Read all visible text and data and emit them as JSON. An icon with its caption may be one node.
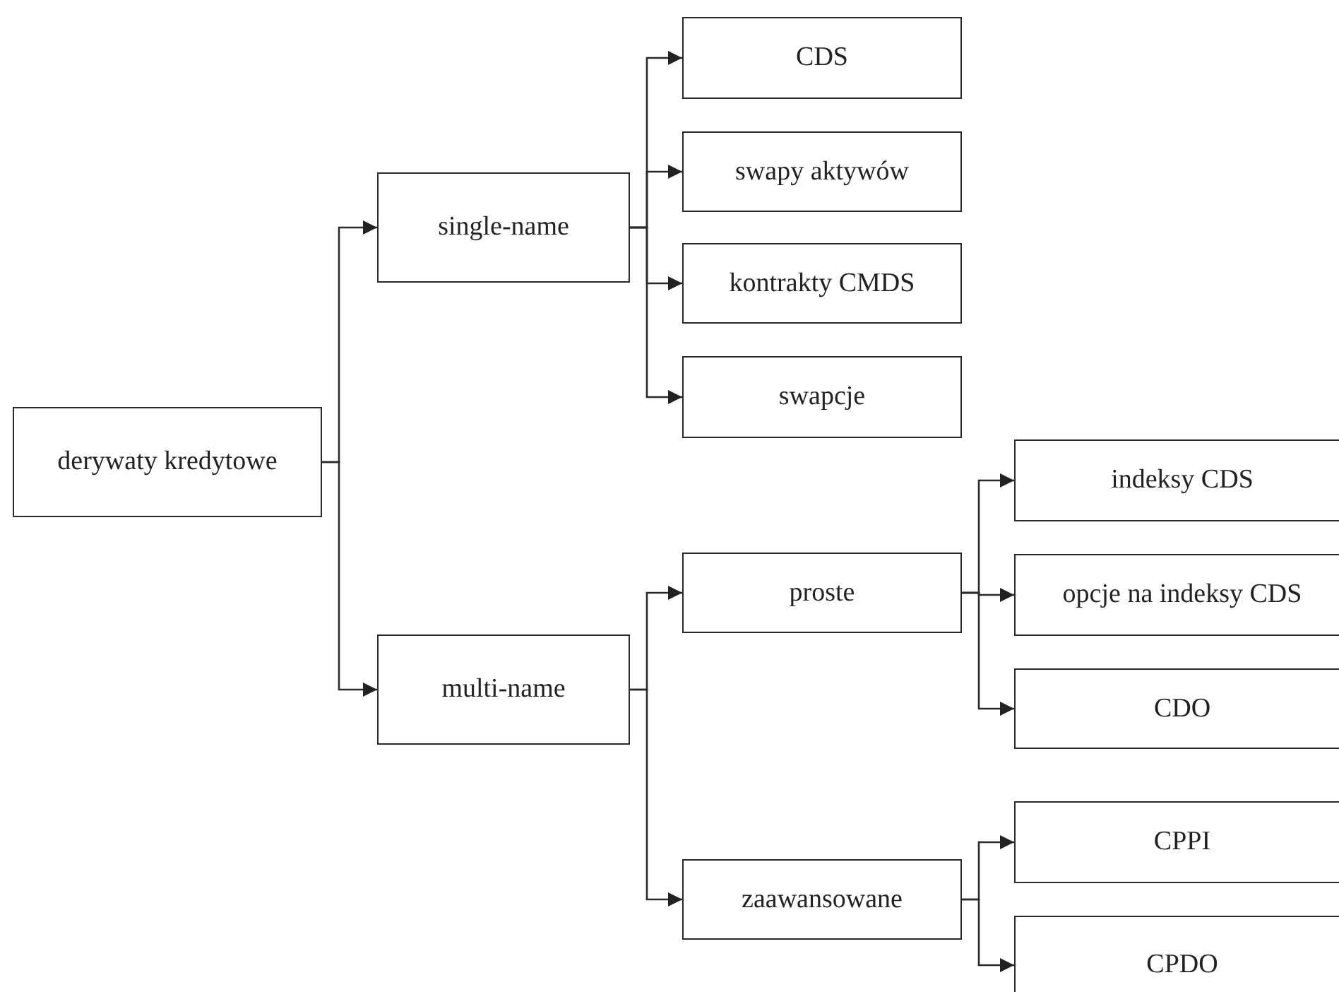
{
  "diagram": {
    "nodes": [
      {
        "text": [
          "derywaty kredytowe"
        ]
      },
      {
        "text": [
          "single-name"
        ]
      },
      {
        "text": [
          "multi-name"
        ]
      },
      {
        "text": [
          "CDS"
        ]
      },
      {
        "text": [
          "swapy aktywów"
        ]
      },
      {
        "text": [
          "kontrakty CMDS"
        ]
      },
      {
        "text": [
          "swapcje"
        ]
      },
      {
        "text": [
          "proste"
        ]
      },
      {
        "text": [
          "zaawansowane"
        ]
      },
      {
        "text": [
          "indeksy CDS"
        ]
      },
      {
        "text": [
          "opcje na indeksy CDS"
        ]
      },
      {
        "text": [
          "CDO"
        ]
      },
      {
        "text": [
          "CPPI"
        ]
      },
      {
        "text": [
          "CPDO"
        ]
      }
    ],
    "edges": [
      {
        "from": 0,
        "to": 1,
        "arrow": "to"
      },
      {
        "from": 0,
        "to": 2,
        "arrow": "to"
      },
      {
        "from": 1,
        "to": 3,
        "arrow": "to"
      },
      {
        "from": 1,
        "to": 4,
        "arrow": "to"
      },
      {
        "from": 1,
        "to": 5,
        "arrow": "to"
      },
      {
        "from": 1,
        "to": 6,
        "arrow": "to"
      },
      {
        "from": 2,
        "to": 7,
        "arrow": "to"
      },
      {
        "from": 2,
        "to": 8,
        "arrow": "to"
      },
      {
        "from": 7,
        "to": 9,
        "arrow": "to"
      },
      {
        "from": 7,
        "to": 10,
        "arrow": "to"
      },
      {
        "from": 7,
        "to": 11,
        "arrow": "to"
      },
      {
        "from": 8,
        "to": 12,
        "arrow": "to"
      },
      {
        "from": 8,
        "to": 13,
        "arrow": "to"
      }
    ]
  }
}
